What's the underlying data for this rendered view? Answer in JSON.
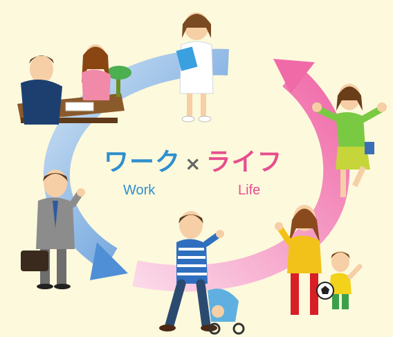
{
  "title": {
    "work_jp": "ワーク",
    "times": "×",
    "life_jp": "ライフ",
    "work_en": "Work",
    "life_en": "Life"
  },
  "colors": {
    "background": "#fdf9dc",
    "work_blue": "#2f8fd0",
    "life_pink": "#e64f8e",
    "arrow_blue": "#7fb0e0",
    "arrow_pink": "#f39cc6"
  },
  "figures": [
    "meeting-people-illustration",
    "nurse-with-clipboard-illustration",
    "cheering-woman-illustration",
    "businessman-with-briefcase-illustration",
    "father-with-stroller-illustration",
    "mother-and-child-with-soccer-ball-illustration"
  ]
}
